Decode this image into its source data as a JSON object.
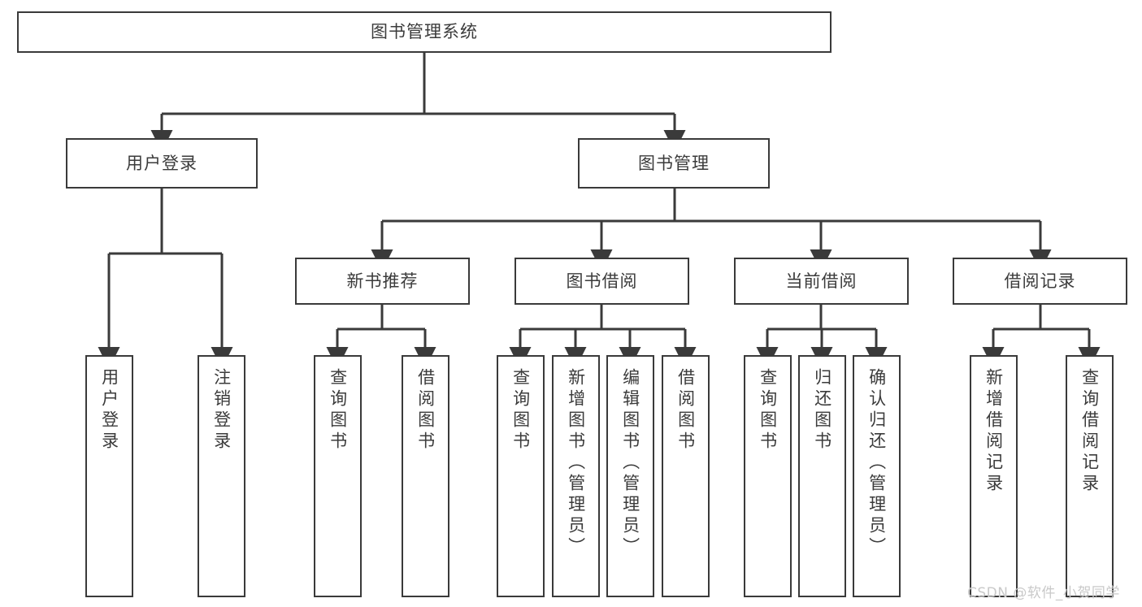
{
  "diagram": {
    "title": "图书管理系统",
    "type": "tree-hierarchy-chart",
    "watermark": "CSDN @软件_小贺同学",
    "line_color": "#3a3a3a",
    "text_color": "#3b3b3b",
    "background_color": "#ffffff"
  },
  "nodes": {
    "root": {
      "label": "图书管理系统"
    },
    "level2": [
      {
        "label": "用户登录"
      },
      {
        "label": "图书管理"
      }
    ],
    "level3": [
      {
        "label": "新书推荐"
      },
      {
        "label": "图书借阅"
      },
      {
        "label": "当前借阅"
      },
      {
        "label": "借阅记录"
      }
    ],
    "leaves": {
      "user_login": [
        {
          "label": "用户登录"
        },
        {
          "label": "注销登录"
        }
      ],
      "new_book_recommend": [
        {
          "label": "查询图书"
        },
        {
          "label": "借阅图书"
        }
      ],
      "book_borrow": [
        {
          "label": "查询图书"
        },
        {
          "label": "新增图书（管理员）"
        },
        {
          "label": "编辑图书（管理员）"
        },
        {
          "label": "借阅图书"
        }
      ],
      "current_borrow": [
        {
          "label": "查询图书"
        },
        {
          "label": "归还图书"
        },
        {
          "label": "确认归还（管理员）"
        }
      ],
      "borrow_record": [
        {
          "label": "新增借阅记录"
        },
        {
          "label": "查询借阅记录"
        }
      ]
    }
  }
}
